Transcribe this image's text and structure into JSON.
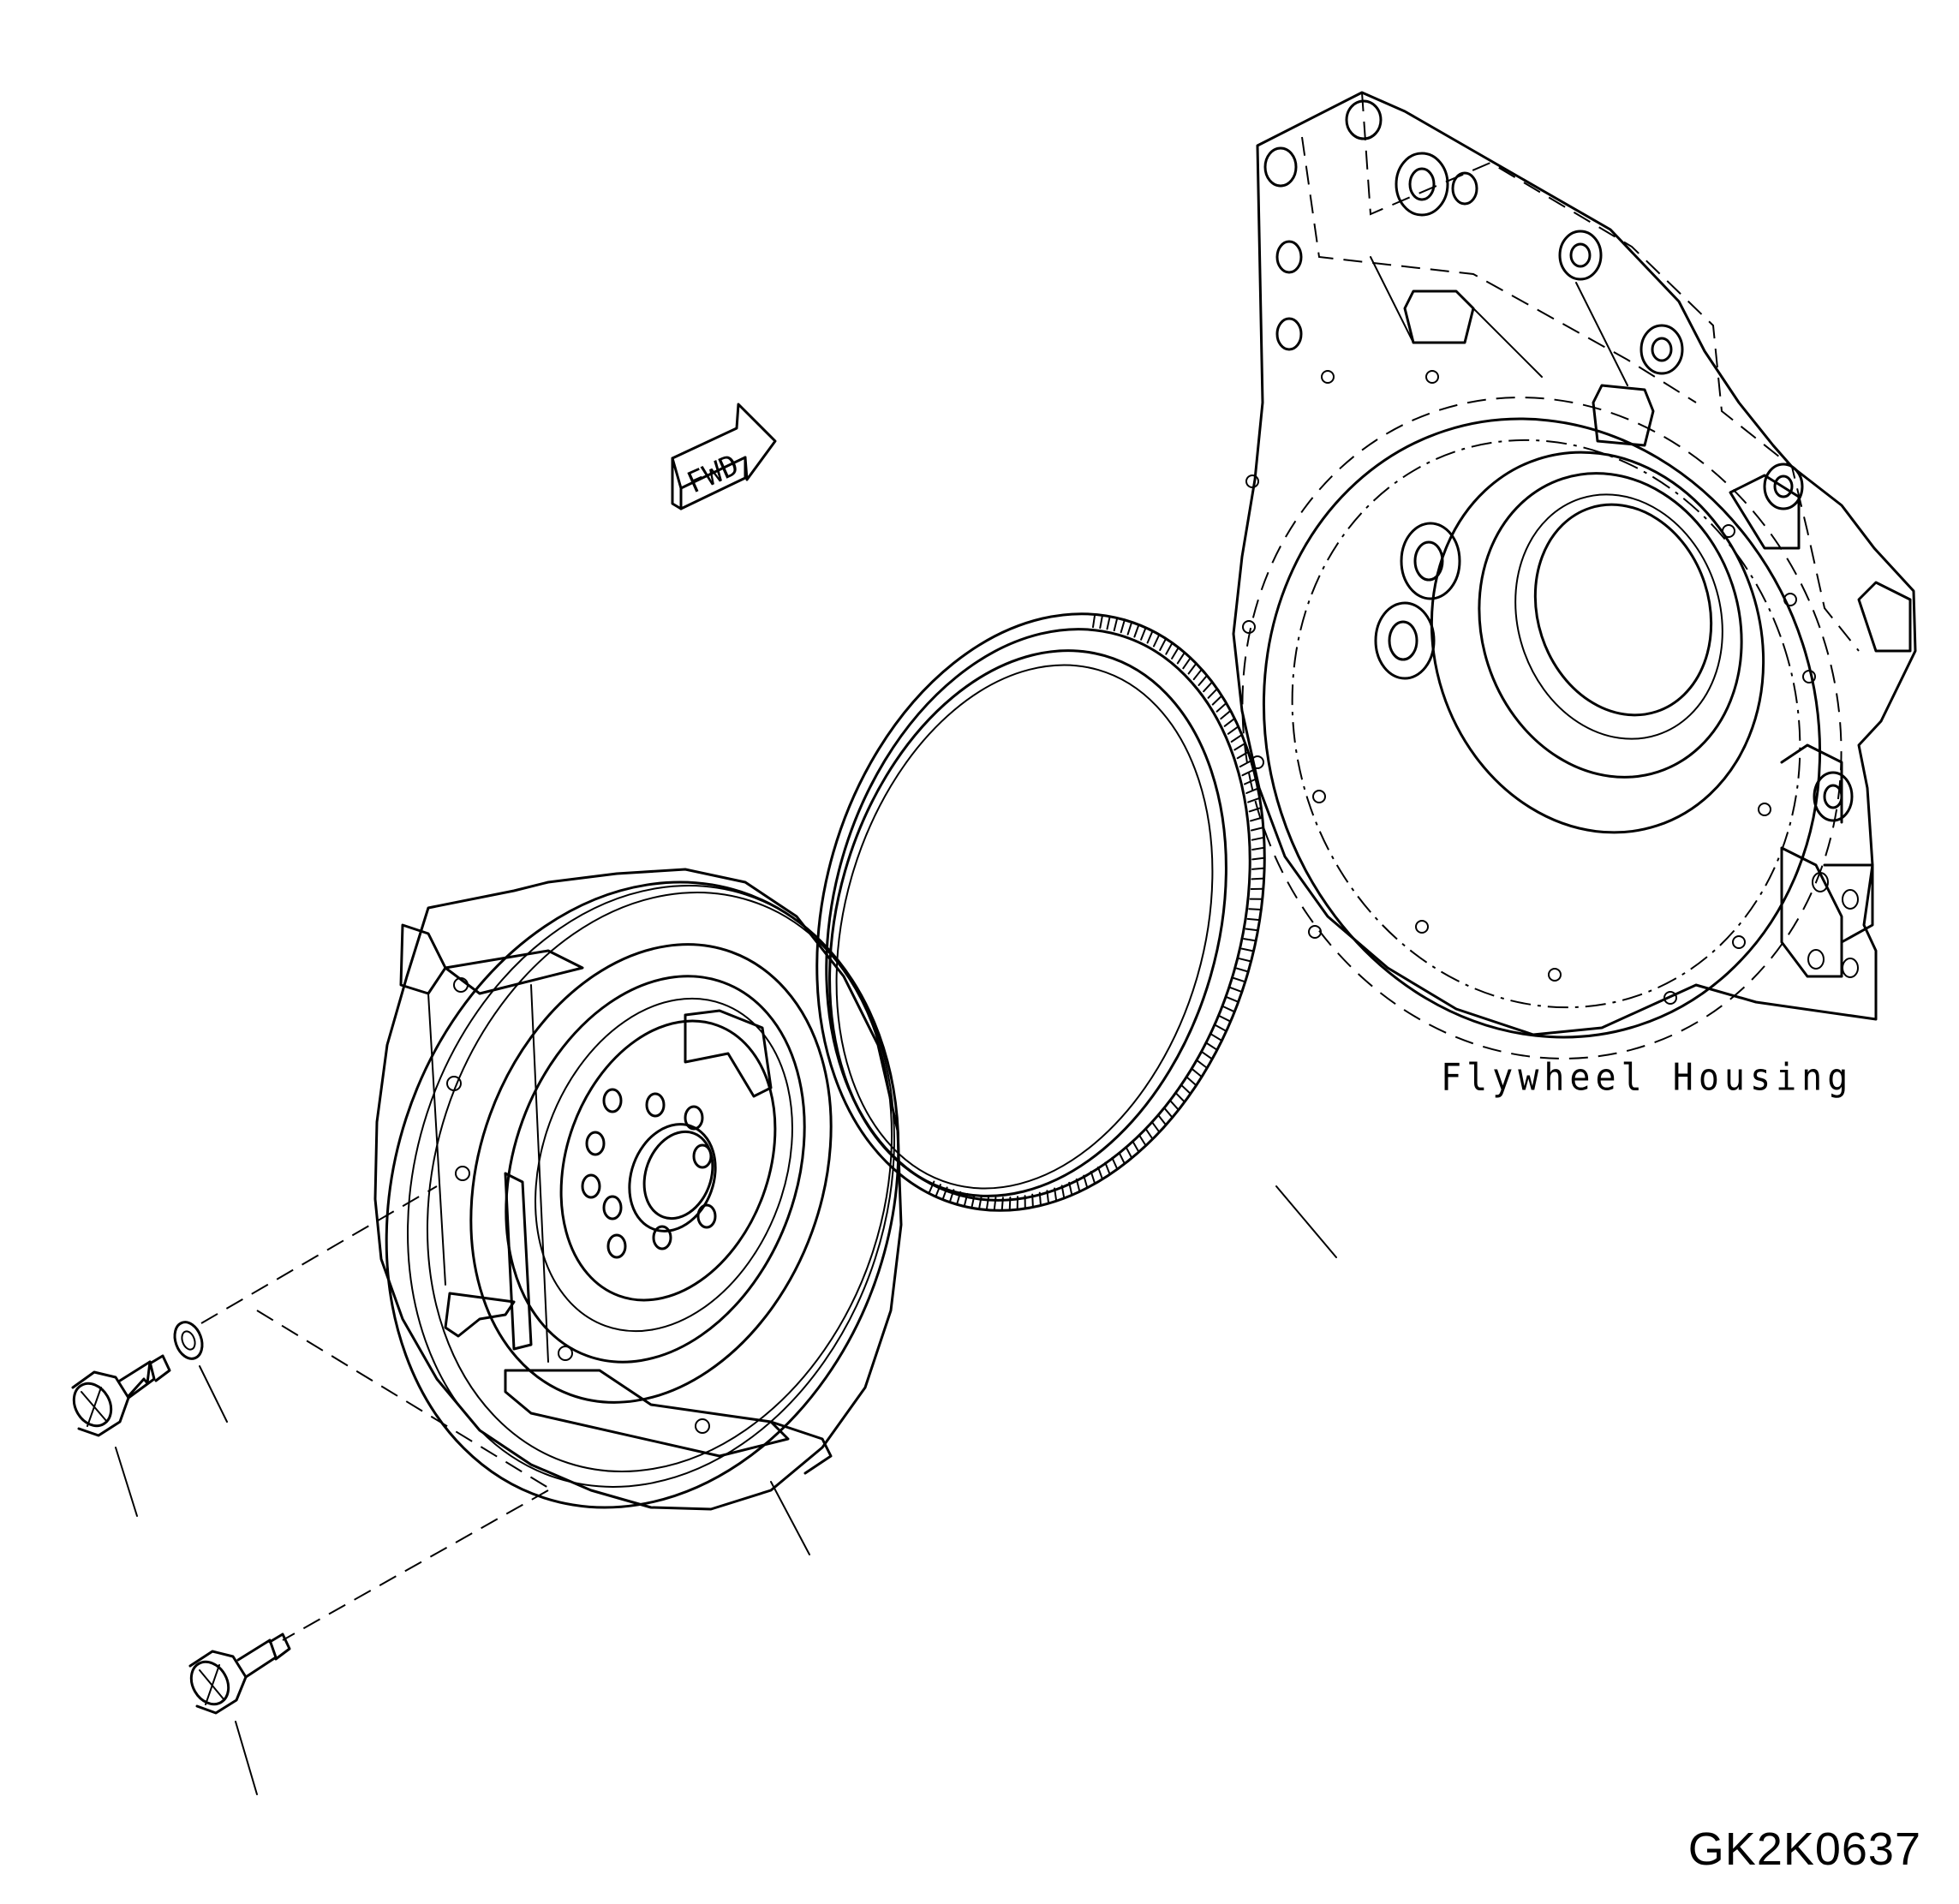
{
  "diagram": {
    "housing_label": "Flywheel Housing",
    "fwd_label": "FWD",
    "drawing_code": "GK2K0637"
  },
  "colors": {
    "line": "#000000",
    "background": "#ffffff"
  }
}
